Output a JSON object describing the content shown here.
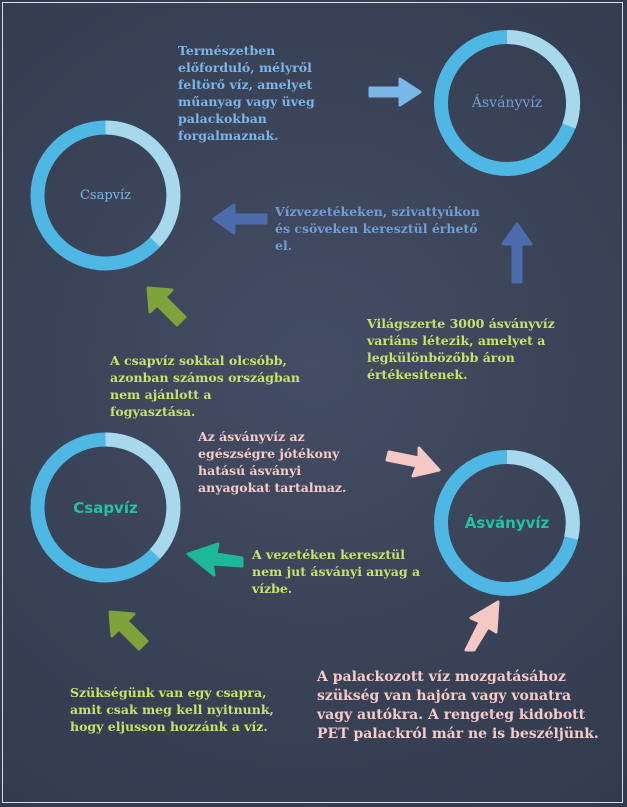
{
  "colors": {
    "ring_dark": "#4fb7e3",
    "ring_light": "#a7d8ec",
    "blue_text": "#7ab6e8",
    "slate_text": "#6f9fd8",
    "green_text": "#c9e36a",
    "teal_text": "#22c3a5",
    "pink_text": "#f6cac7",
    "green_arrow": "#7fa23a",
    "pink_arrow": "#f4c8c4",
    "teal_arrow": "#1fb79a",
    "slate_arrow": "#4c6cae"
  },
  "top": {
    "ring_mineral": {
      "label": "Ásványvíz"
    },
    "ring_tap": {
      "label": "Csapvíz"
    },
    "mineral_definition": "Természetben előforduló, mélyről feltörő víz, amelyet műanyag vagy üveg palackokban forgalmaznak.",
    "pipes_text": "Vízvezetékeken, szivattyúkon és csöveken keresztül érhető el.",
    "varieties_text": "Világszerte 3000 ásványvíz variáns létezik, amelyet a legkülönbözőbb áron értékesítenek.",
    "cheaper_text": "A csapvíz sokkal olcsóbb, azonban számos országban nem ajánlott a fogyasztása."
  },
  "bottom": {
    "ring_tap": {
      "label": "Csapvíz"
    },
    "ring_mineral": {
      "label": "Ásványvíz"
    },
    "health_text": "Az ásványvíz az egészségre jótékony hatású ásványi anyagokat tartalmaz.",
    "no_minerals_text": "A vezetéken keresztül nem jut ásványi anyag a vízbe.",
    "faucet_text": "Szükségünk van egy csapra, amit csak meg kell nyitnunk, hogy eljusson hozzánk a víz.",
    "transport_text": "A palackozott víz mozgatásához szükség van hajóra vagy vonatra vagy autókra. A rengeteg kidobott PET palackról már ne is beszéljünk."
  }
}
